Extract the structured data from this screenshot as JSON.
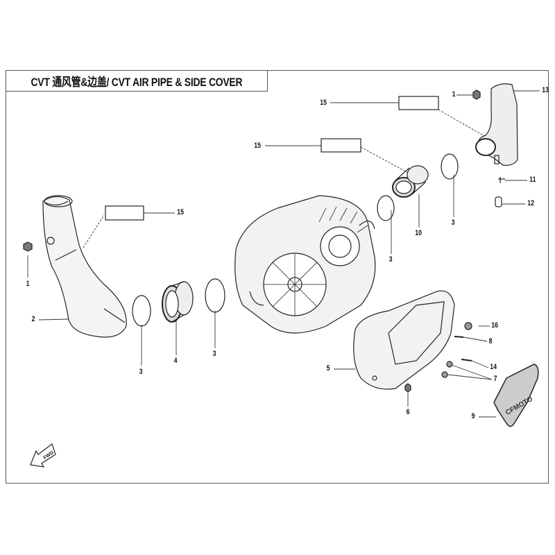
{
  "header": {
    "title": "CVT 通风管&边盖/ CVT AIR PIPE & SIDE COVER"
  },
  "fwd_arrow": {
    "label": "FWD"
  },
  "badge_logo_text": "CFMOTO",
  "callouts": [
    {
      "id": "c1a",
      "number": "1"
    },
    {
      "id": "c2",
      "number": "2"
    },
    {
      "id": "c3a",
      "number": "3"
    },
    {
      "id": "c4",
      "number": "4"
    },
    {
      "id": "c3b",
      "number": "3"
    },
    {
      "id": "c15a",
      "number": "15"
    },
    {
      "id": "c3c",
      "number": "3"
    },
    {
      "id": "c10",
      "number": "10"
    },
    {
      "id": "c3d",
      "number": "3"
    },
    {
      "id": "c15b",
      "number": "15"
    },
    {
      "id": "c15c",
      "number": "15"
    },
    {
      "id": "c1b",
      "number": "1"
    },
    {
      "id": "c13",
      "number": "13"
    },
    {
      "id": "c11",
      "number": "11"
    },
    {
      "id": "c12",
      "number": "12"
    },
    {
      "id": "c16",
      "number": "16"
    },
    {
      "id": "c8",
      "number": "8"
    },
    {
      "id": "c14",
      "number": "14"
    },
    {
      "id": "c7",
      "number": "7"
    },
    {
      "id": "c5",
      "number": "5"
    },
    {
      "id": "c6",
      "number": "6"
    },
    {
      "id": "c9",
      "number": "9"
    }
  ]
}
